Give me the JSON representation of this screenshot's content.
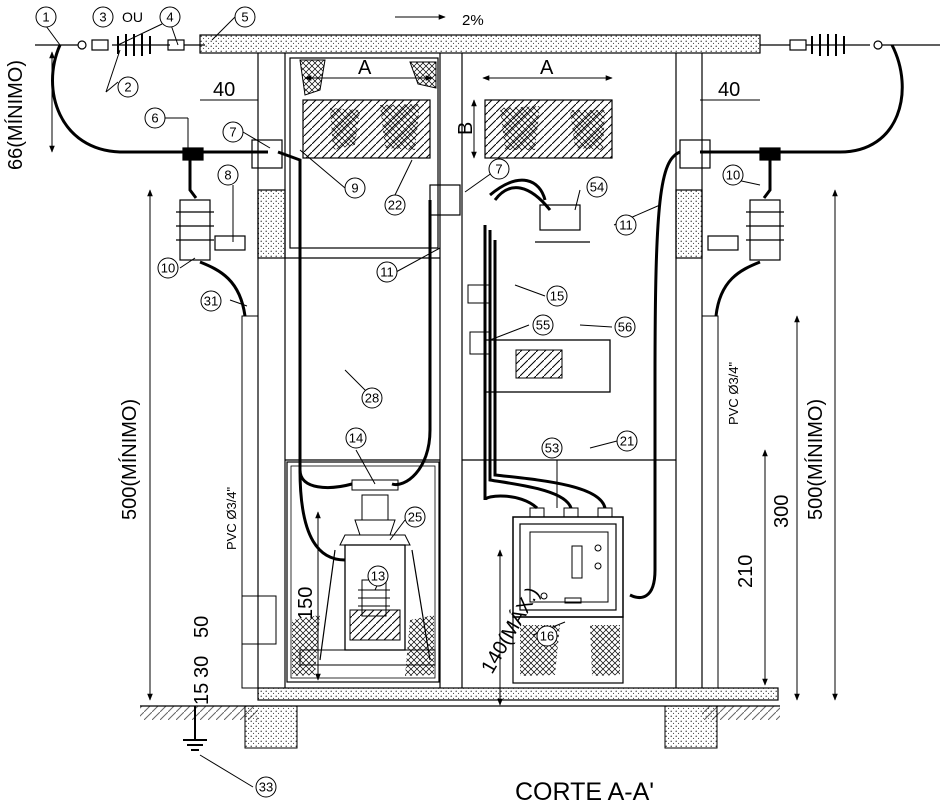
{
  "drawing": {
    "title": "CORTE A-A'",
    "slope": "2%",
    "or_text": "OU",
    "dimensions": {
      "a_left": "A",
      "a_right": "A",
      "b": "B",
      "forty_left": "40",
      "forty_right": "40",
      "h66": "66(MÍNIMO)",
      "h500_left": "500(MÍNIMO)",
      "h500_right": "500(MÍNIMO)",
      "h300": "300",
      "h210": "210",
      "h150": "150",
      "h140": "140(MÁX.)",
      "h50": "50",
      "h30": "30",
      "h15": "15"
    },
    "conduit_left": "PVC Ø3/4\"",
    "conduit_right": "PVC Ø3/4\"",
    "callouts": [
      "1",
      "2",
      "3",
      "4",
      "5",
      "6",
      "7",
      "7",
      "8",
      "9",
      "10",
      "10",
      "11",
      "11",
      "13",
      "14",
      "15",
      "16",
      "21",
      "22",
      "25",
      "28",
      "31",
      "33",
      "53",
      "54",
      "55",
      "56"
    ]
  }
}
